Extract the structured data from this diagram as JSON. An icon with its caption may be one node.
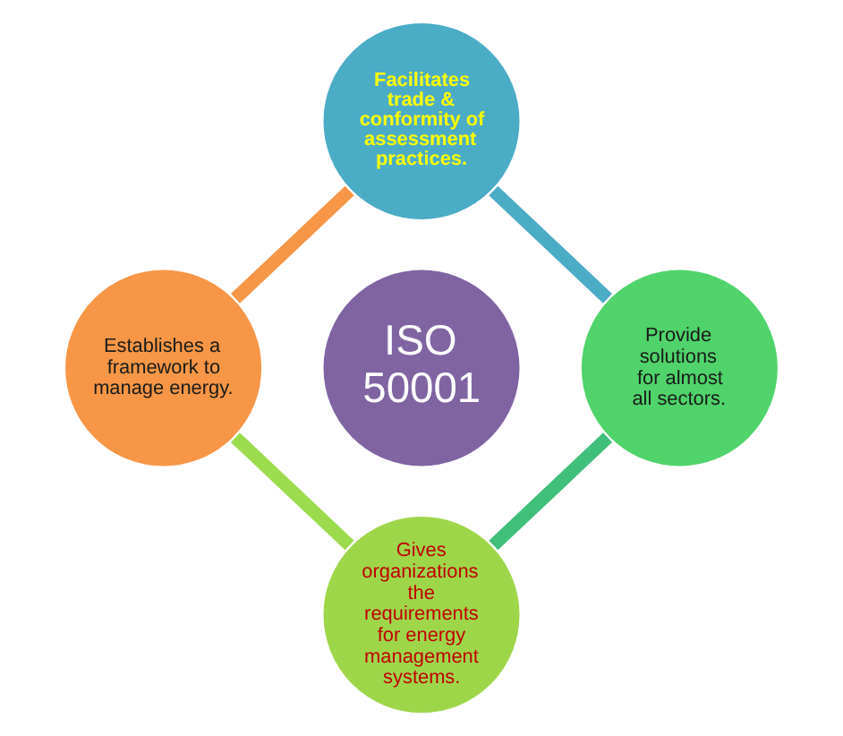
{
  "diagram": {
    "nodes": [
      {
        "text": [
          "ISO 50001"
        ]
      },
      {
        "text": [
          "Facilitates trade & conformity of assessment practices."
        ]
      },
      {
        "text": [
          "Provide solutions for almost all sectors."
        ]
      },
      {
        "text": [
          "Gives organizations the requirements for energy management systems."
        ]
      },
      {
        "text": [
          "Establishes a framework to manage energy."
        ]
      }
    ],
    "edges": [
      {
        "from": 1,
        "to": 2,
        "arrow": "none",
        "color": "#4bacc6"
      },
      {
        "from": 2,
        "to": 3,
        "arrow": "none",
        "color": "#3fbf7a"
      },
      {
        "from": 3,
        "to": 4,
        "arrow": "none",
        "color": "#9bdb4d"
      },
      {
        "from": 4,
        "to": 1,
        "arrow": "none",
        "color": "#f79646"
      }
    ]
  }
}
